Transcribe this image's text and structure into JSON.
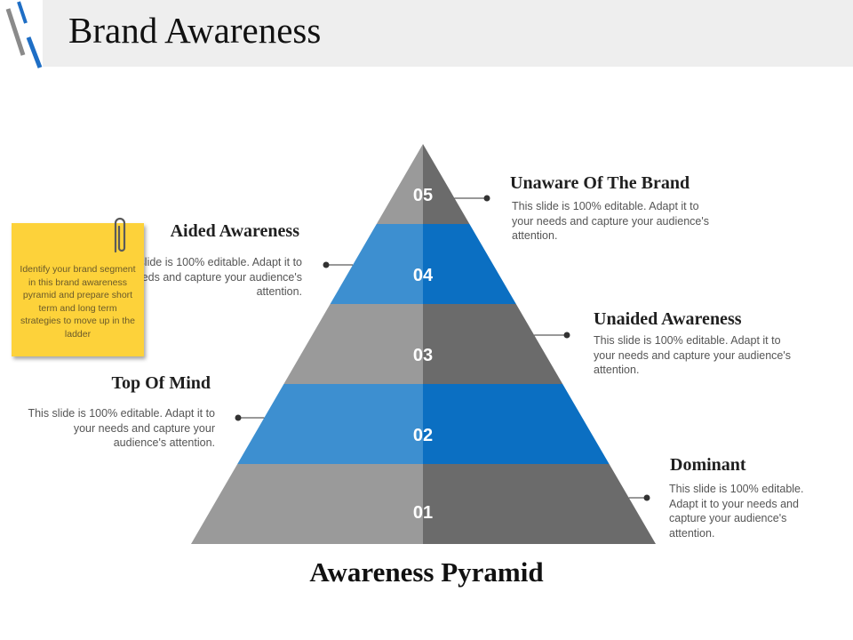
{
  "title": "Brand Awareness",
  "pyramid_caption": "Awareness Pyramid",
  "tiers": [
    {
      "number": "05",
      "heading": "Unaware Of The Brand",
      "description": "This slide is 100% editable. Adapt it to your needs and capture your audience's attention."
    },
    {
      "number": "04",
      "heading": "Aided Awareness",
      "description": "This slide is 100% editable. Adapt it to your needs and capture your audience's attention."
    },
    {
      "number": "03",
      "heading": "Unaided Awareness",
      "description": "This slide is 100% editable. Adapt it to your needs and capture your audience's attention."
    },
    {
      "number": "02",
      "heading": "Top Of Mind",
      "description": "This slide is 100% editable. Adapt it to your needs and capture your audience's attention."
    },
    {
      "number": "01",
      "heading": "Dominant",
      "description": "This slide is 100% editable. Adapt it to your needs and capture your audience's attention."
    }
  ],
  "sticky_note": {
    "text": "Identify your brand segment in this brand awareness pyramid and prepare short term and long term strategies to move up in the ladder",
    "icon": "paperclip-icon"
  },
  "colors": {
    "gray_light": "#9a9a9a",
    "gray_dark": "#6b6b6b",
    "blue_light": "#3d8fd0",
    "blue_dark": "#0b6fc2",
    "accent_blue": "#1e6ec5",
    "sticky": "#fdd23a",
    "title_bar": "#eeeeee"
  }
}
